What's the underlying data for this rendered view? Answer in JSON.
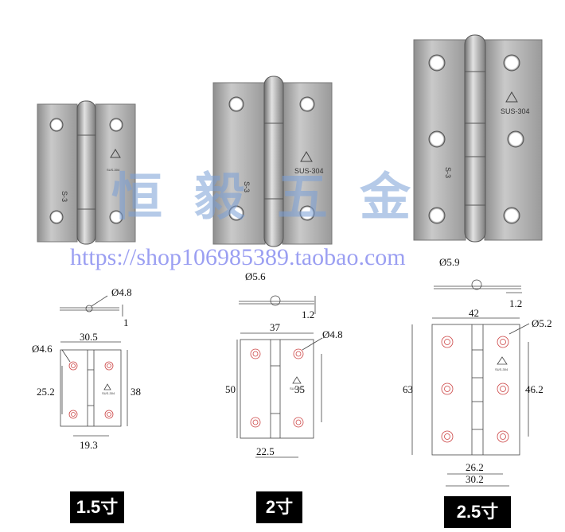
{
  "watermark": {
    "chinese": "恒毅五金",
    "url": "https://shop106985389.taobao.com"
  },
  "stamp": {
    "text": "SUS-304",
    "model": "S-3"
  },
  "sizes": [
    {
      "label": "1.5寸",
      "pin_dia": "Ø4.8",
      "thickness": "1",
      "hole_dia": "Ø4.6",
      "width": "30.5",
      "height": "38",
      "hole_spacing_v": "25.2",
      "hole_spacing_h": "19.3"
    },
    {
      "label": "2寸",
      "pin_dia": "Ø5.6",
      "thickness": "1.2",
      "hole_dia": "Ø4.8",
      "width": "37",
      "height": "50",
      "hole_spacing_v": "35",
      "hole_spacing_h": "22.5"
    },
    {
      "label": "2.5寸",
      "pin_dia": "Ø5.9",
      "thickness": "1.2",
      "hole_dia": "Ø5.2",
      "width": "42",
      "height": "63",
      "hole_spacing_v": "46.2",
      "hole_spacing_h_inner": "26.2",
      "hole_spacing_h_outer": "30.2"
    }
  ]
}
